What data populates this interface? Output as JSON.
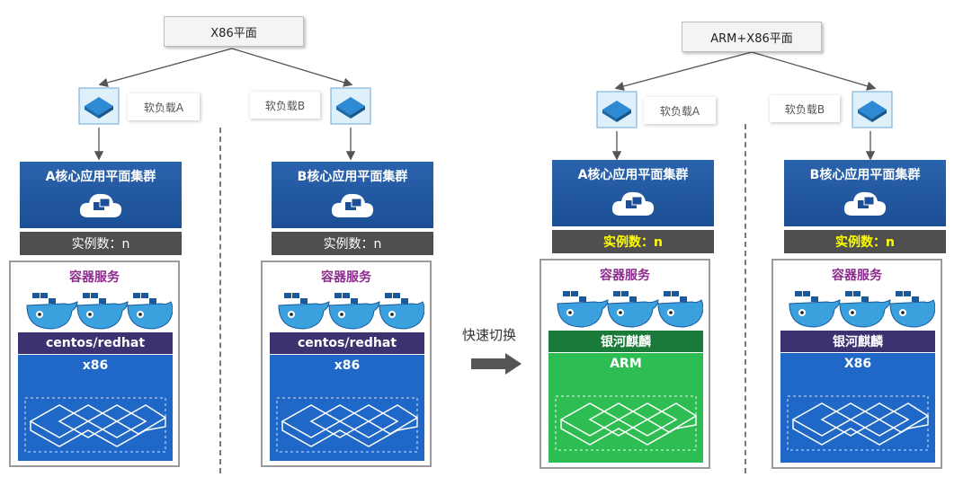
{
  "planes": {
    "left_label": "X86平面",
    "right_label": "ARM+X86平面"
  },
  "load_balancers": {
    "a_label": "软负载A",
    "b_label": "软负载B"
  },
  "clusters": {
    "a_title": "A核心应用平面集群",
    "b_title": "B核心应用平面集群"
  },
  "instances": {
    "label": "实例数：n"
  },
  "containers": {
    "title": "容器服务"
  },
  "os": {
    "centos": "centos/redhat",
    "kylin": "银河麒麟"
  },
  "hardware": {
    "x86_lower": "x86",
    "arm": "ARM",
    "x86_upper": "X86"
  },
  "switch": {
    "label": "快速切换"
  },
  "colors": {
    "cluster_blue": "#1c4f95",
    "instance_bg": "#4f4f4f",
    "instance_text_left": "#ffffff",
    "instance_text_right": "#ffff00",
    "container_title": "#8c2a8c",
    "os_bar_purple": "#3a3370",
    "os_bar_green": "#1a7a3a",
    "hw_blue": "#1f68c7",
    "hw_green": "#2dbd52"
  }
}
